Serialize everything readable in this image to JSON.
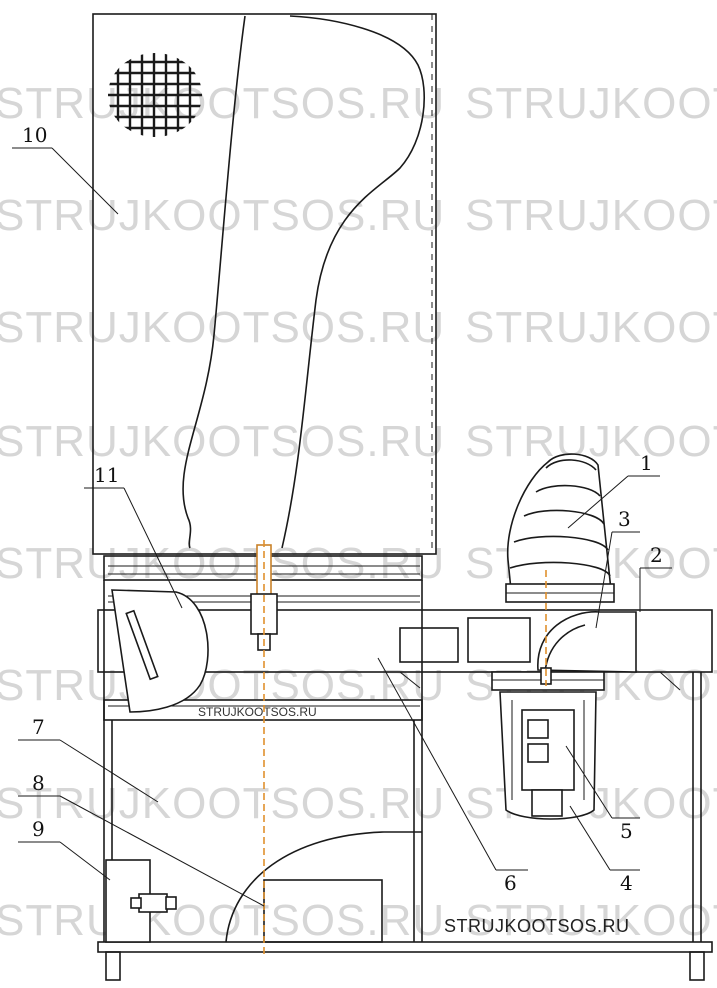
{
  "watermark_text": "STRUJKOOTSOS.RU",
  "brand_caption": "STRUJKOOTSOS.RU",
  "small_caption": "STRUJKOOTSOS.RU",
  "callouts": [
    "1",
    "2",
    "3",
    "4",
    "5",
    "6",
    "7",
    "8",
    "9",
    "10",
    "11"
  ],
  "axis_color": "#e0912e",
  "line_color": "#1a1a1a"
}
